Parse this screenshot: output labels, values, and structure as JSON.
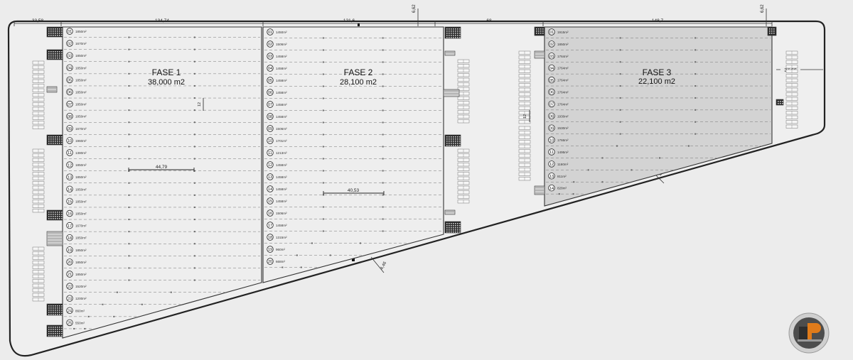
{
  "dimensions": {
    "top": [
      "33,58",
      "134,74",
      "121,6",
      "68",
      "148,7"
    ],
    "right_offset": "37,66",
    "vertical_marks": [
      "6,62",
      "6,62"
    ],
    "bay_widths": [
      "44,79",
      "40,53"
    ],
    "module_heights": [
      "12",
      "12"
    ],
    "diagonal_marks": [
      "4,46",
      "4,5"
    ]
  },
  "phases": [
    {
      "label": "FASE 1",
      "area": "38,000 m2",
      "units": [
        {
          "n": "01",
          "a": "1850m²"
        },
        {
          "n": "02",
          "a": "1670m²"
        },
        {
          "n": "03",
          "a": "1850m²"
        },
        {
          "n": "04",
          "a": "1850m²"
        },
        {
          "n": "05",
          "a": "1850m²"
        },
        {
          "n": "06",
          "a": "1850m²"
        },
        {
          "n": "07",
          "a": "1850m²"
        },
        {
          "n": "08",
          "a": "1850m²"
        },
        {
          "n": "09",
          "a": "1670m²"
        },
        {
          "n": "10",
          "a": "1960m²"
        },
        {
          "n": "11",
          "a": "1380m²"
        },
        {
          "n": "12",
          "a": "1850m²"
        },
        {
          "n": "13",
          "a": "1850m²"
        },
        {
          "n": "14",
          "a": "1850m²"
        },
        {
          "n": "15",
          "a": "1850m²"
        },
        {
          "n": "16",
          "a": "1850m²"
        },
        {
          "n": "17",
          "a": "1670m²"
        },
        {
          "n": "18",
          "a": "1850m²"
        },
        {
          "n": "19",
          "a": "1850m²"
        },
        {
          "n": "20",
          "a": "1850m²"
        },
        {
          "n": "21",
          "a": "1850m²"
        },
        {
          "n": "22",
          "a": "1520m²"
        },
        {
          "n": "23",
          "a": "1200m²"
        },
        {
          "n": "24",
          "a": "860m²"
        },
        {
          "n": "25",
          "a": "550m²"
        }
      ]
    },
    {
      "label": "FASE 2",
      "area": "28,100 m2",
      "units": [
        {
          "n": "01",
          "a": "1450m²"
        },
        {
          "n": "02",
          "a": "1506m²"
        },
        {
          "n": "03",
          "a": "1458m²"
        },
        {
          "n": "04",
          "a": "1458m²"
        },
        {
          "n": "05",
          "a": "1458m²"
        },
        {
          "n": "06",
          "a": "1458m²"
        },
        {
          "n": "07",
          "a": "1458m²"
        },
        {
          "n": "08",
          "a": "1458m²"
        },
        {
          "n": "09",
          "a": "1506m²"
        },
        {
          "n": "10",
          "a": "1701m²"
        },
        {
          "n": "11",
          "a": "1213m²"
        },
        {
          "n": "12",
          "a": "1458m²"
        },
        {
          "n": "13",
          "a": "1458m²"
        },
        {
          "n": "14",
          "a": "1458m²"
        },
        {
          "n": "15",
          "a": "1458m²"
        },
        {
          "n": "16",
          "a": "1506m²"
        },
        {
          "n": "17",
          "a": "1458m²"
        },
        {
          "n": "18",
          "a": "1315m²"
        },
        {
          "n": "19",
          "a": "960m²"
        },
        {
          "n": "20",
          "a": "668m²"
        }
      ]
    },
    {
      "label": "FASE 3",
      "area": "22,100 m2",
      "units": [
        {
          "n": "01",
          "a": "1915m²"
        },
        {
          "n": "02",
          "a": "1850m²"
        },
        {
          "n": "03",
          "a": "1764m²"
        },
        {
          "n": "04",
          "a": "1764m²"
        },
        {
          "n": "05",
          "a": "1764m²"
        },
        {
          "n": "06",
          "a": "1764m²"
        },
        {
          "n": "07",
          "a": "1764m²"
        },
        {
          "n": "08",
          "a": "1930m²"
        },
        {
          "n": "09",
          "a": "1530m²"
        },
        {
          "n": "10",
          "a": "1766m²"
        },
        {
          "n": "11",
          "a": "1495m²"
        },
        {
          "n": "12",
          "a": "1160m²"
        },
        {
          "n": "13",
          "a": "811m²"
        },
        {
          "n": "14",
          "a": "828m²"
        }
      ]
    }
  ],
  "logo": {
    "icon": "company-logo-icon",
    "accent": "#e07b1a"
  },
  "colors": {
    "fase3_fill": "#d3d3d3",
    "background": "#ececec",
    "line": "#333333"
  }
}
